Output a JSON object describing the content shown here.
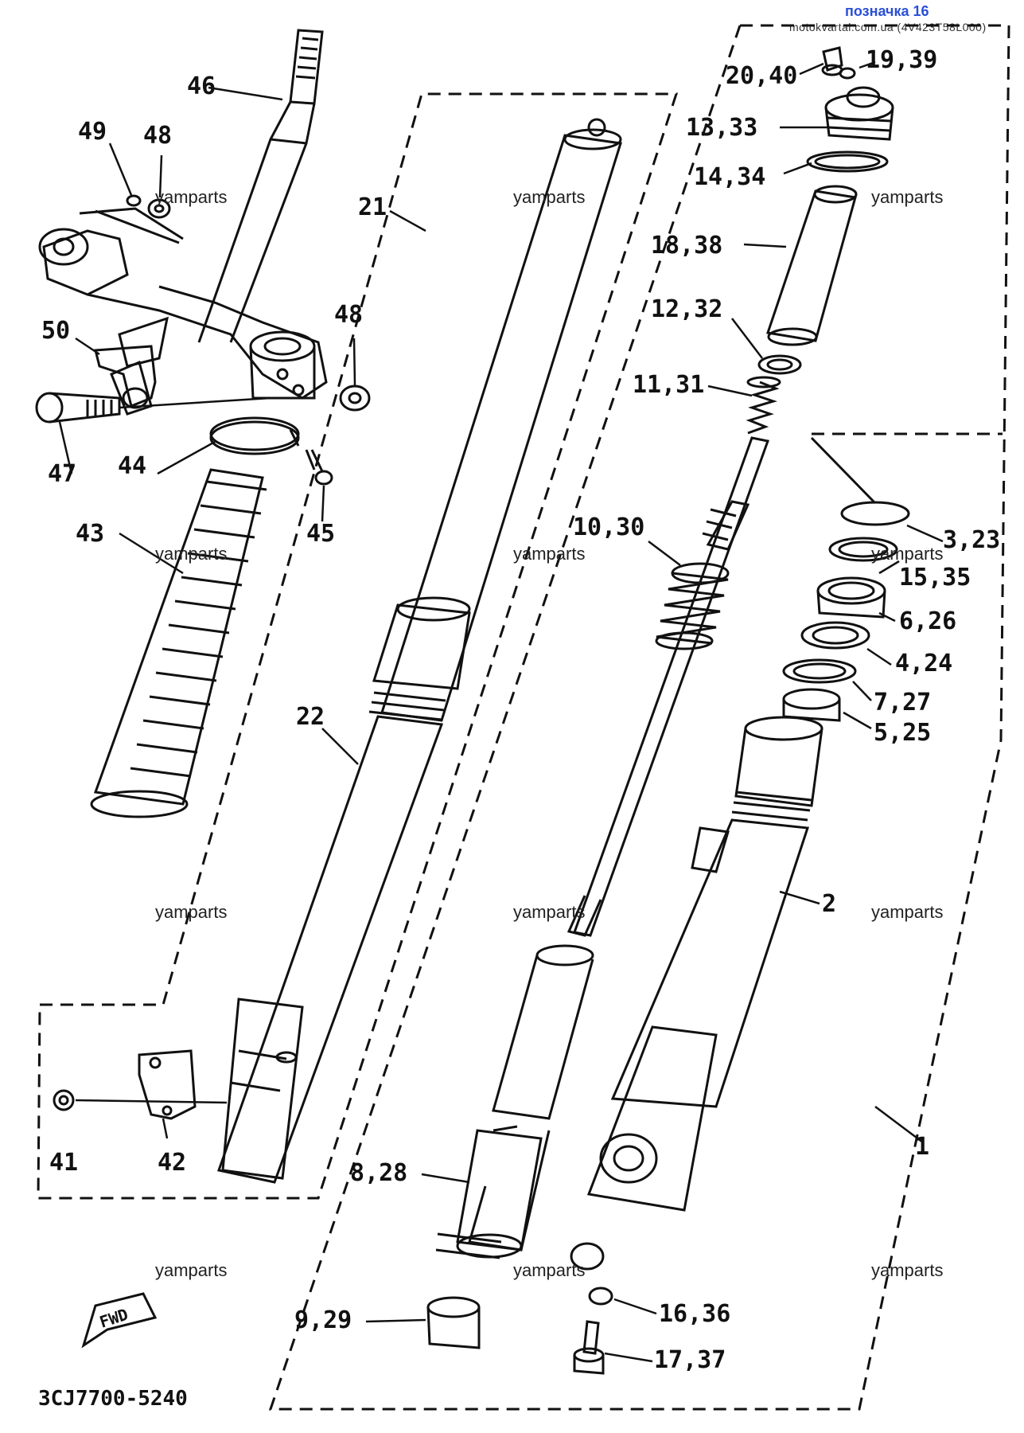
{
  "header": {
    "link_text": "позначка 16",
    "source_text": "motokvartal.com.ua (4V423T58L000)"
  },
  "watermark": "yamparts",
  "diagram_code": "3CJ7700-5240",
  "fwd_label": "FWD",
  "callouts": {
    "c46": "46",
    "c49": "49",
    "c48a": "48",
    "c48b": "48",
    "c50": "50",
    "c47": "47",
    "c44": "44",
    "c45": "45",
    "c43": "43",
    "c21": "21",
    "c22": "22",
    "c41": "41",
    "c42": "42",
    "c20_40": "20,40",
    "c19_39": "19,39",
    "c13_33": "13,33",
    "c14_34": "14,34",
    "c18_38": "18,38",
    "c12_32": "12,32",
    "c11_31": "11,31",
    "c10_30": "10,30",
    "c3_23": "3,23",
    "c15_35": "15,35",
    "c6_26": "6,26",
    "c4_24": "4,24",
    "c7_27": "7,27",
    "c5_25": "5,25",
    "c2": "2",
    "c1": "1",
    "c8_28": "8,28",
    "c9_29": "9,29",
    "c16_36": "16,36",
    "c17_37": "17,37"
  }
}
